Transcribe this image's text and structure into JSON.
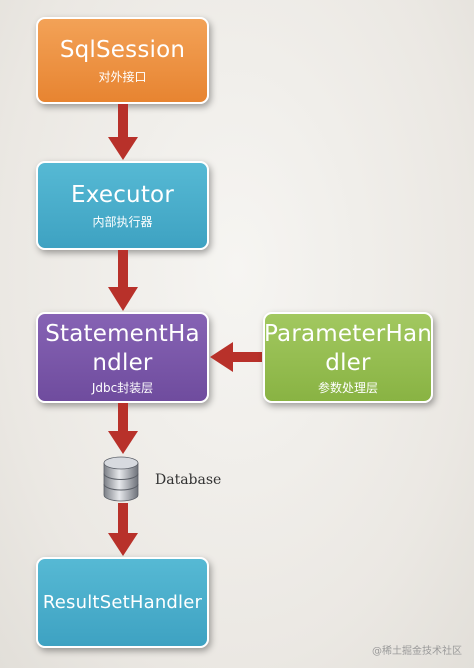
{
  "boxes": {
    "sqlsession": {
      "title": "SqlSession",
      "subtitle": "对外接口"
    },
    "executor": {
      "title": "Executor",
      "subtitle": "内部执行器"
    },
    "statement_handler": {
      "title_line1": "StatementHa",
      "title_line2": "ndler",
      "subtitle": "Jdbc封装层"
    },
    "parameter_handler": {
      "title_line1": "ParameterHan",
      "title_line2": "dler",
      "subtitle": "参数处理层"
    },
    "result_set_handler": {
      "title": "ResultSetHandler"
    }
  },
  "database_label": "Database",
  "watermark": "@稀土掘金技术社区",
  "colors": {
    "orange": "#e78431",
    "blue": "#3ea2c2",
    "purple": "#6f4c9e",
    "green": "#89b343",
    "arrow": "#b8312a"
  }
}
